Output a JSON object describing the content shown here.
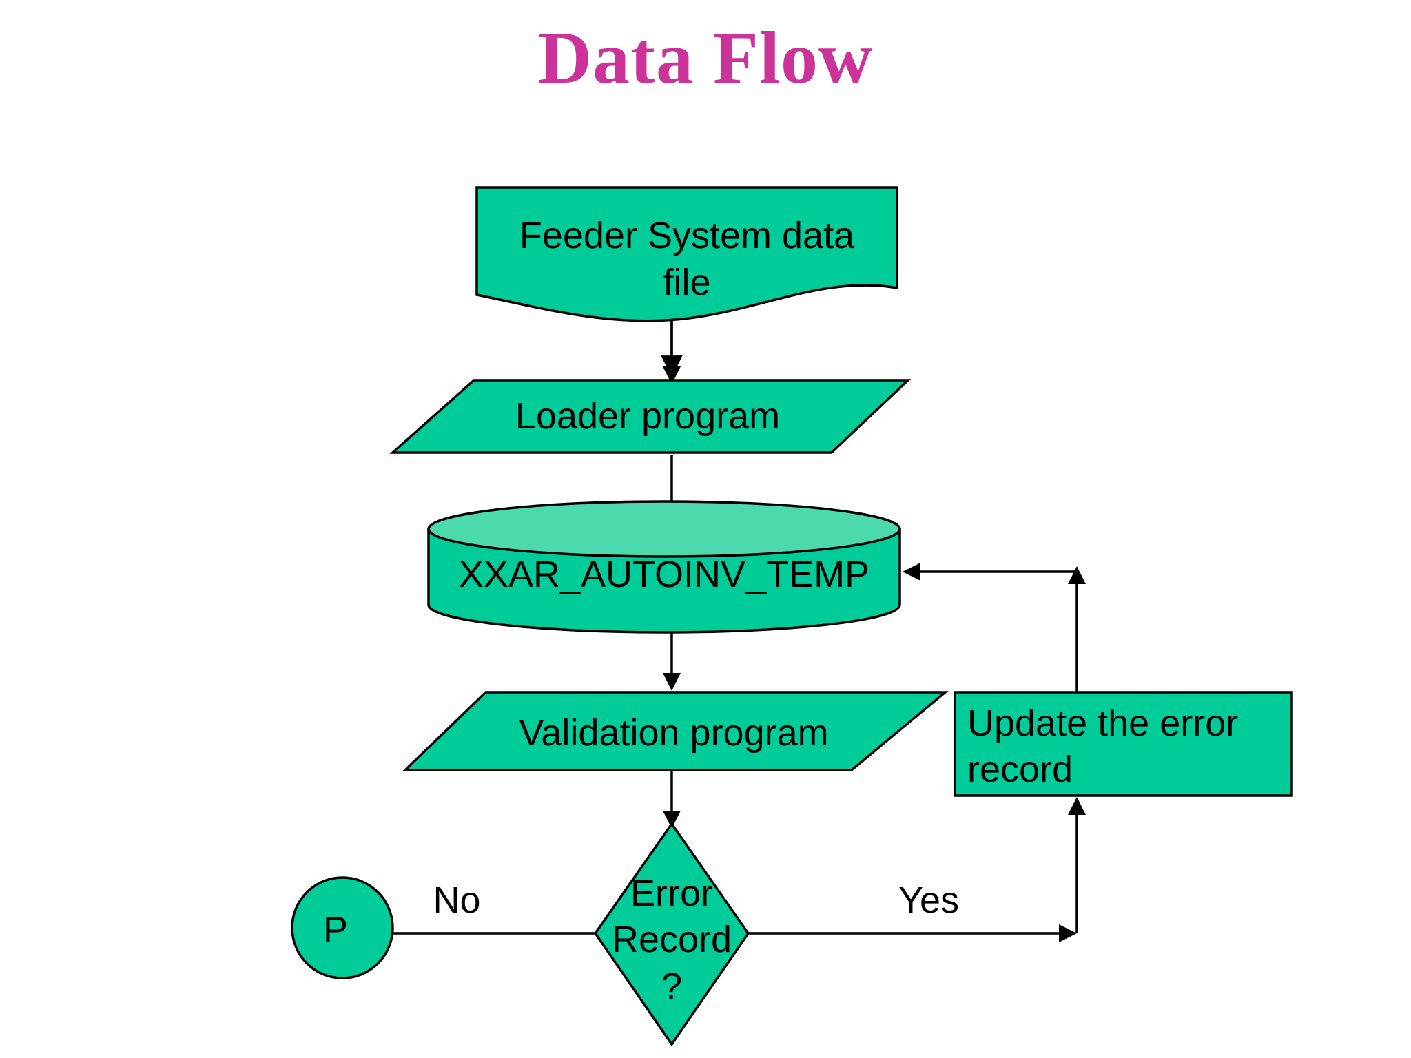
{
  "slide": {
    "title": "Data Flow",
    "title_color": "#CC3399",
    "background_color": "#FFFFFF",
    "node_fill_color": "#00CC99",
    "node_top_color": "#4DD9AE",
    "outline_color": "#000000",
    "text_color": "#000000"
  },
  "chart_data": {
    "type": "diagram",
    "diagram_kind": "flowchart",
    "title": "Data Flow",
    "nodes": [
      {
        "id": "feeder",
        "shape": "document",
        "label": "Feeder System data file"
      },
      {
        "id": "loader",
        "shape": "parallelogram",
        "label": "Loader program"
      },
      {
        "id": "temp_table",
        "shape": "cylinder",
        "label": "XXAR_AUTOINV_TEMP"
      },
      {
        "id": "validation",
        "shape": "parallelogram",
        "label": "Validation program"
      },
      {
        "id": "decision",
        "shape": "diamond",
        "label": "Error Record ?"
      },
      {
        "id": "connector_p",
        "shape": "circle",
        "label": "P"
      },
      {
        "id": "update",
        "shape": "rectangle",
        "label": "Update the error record"
      }
    ],
    "edges": [
      {
        "from": "feeder",
        "to": "loader",
        "label": "",
        "arrow": true
      },
      {
        "from": "loader",
        "to": "temp_table",
        "label": "",
        "arrow": true
      },
      {
        "from": "temp_table",
        "to": "validation",
        "label": "",
        "arrow": true
      },
      {
        "from": "validation",
        "to": "decision",
        "label": "",
        "arrow": true
      },
      {
        "from": "decision",
        "to": "connector_p",
        "label": "No",
        "arrow": false
      },
      {
        "from": "decision",
        "to": "update",
        "label": "Yes",
        "arrow": true
      },
      {
        "from": "update",
        "to": "temp_table",
        "label": "",
        "arrow": true
      }
    ]
  },
  "nodes": {
    "feeder": {
      "line1": "Feeder System data",
      "line2": "file"
    },
    "loader": {
      "label": "Loader program"
    },
    "temp_table": {
      "label": "XXAR_AUTOINV_TEMP"
    },
    "validation": {
      "label": "Validation program"
    },
    "decision": {
      "line1": "Error",
      "line2": "Record",
      "line3": "?"
    },
    "connector_p": {
      "label": "P"
    },
    "update": {
      "line1": "Update the error",
      "line2": "record"
    }
  },
  "edge_labels": {
    "no": "No",
    "yes": "Yes"
  }
}
